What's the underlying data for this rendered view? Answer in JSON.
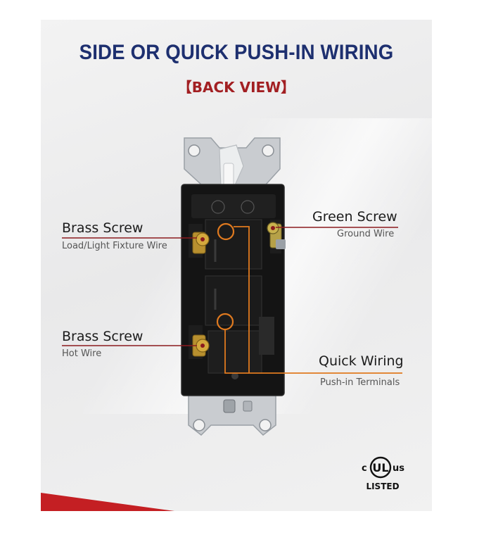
{
  "header": {
    "title": "SIDE OR QUICK PUSH-IN WIRING",
    "subtitle": "【BACK VIEW】"
  },
  "callouts": {
    "brass_top": {
      "title": "Brass Screw",
      "subtitle": "Load/Light Fixture Wire"
    },
    "brass_bottom": {
      "title": "Brass Screw",
      "subtitle": "Hot Wire"
    },
    "green": {
      "title": "Green Screw",
      "subtitle": "Ground Wire"
    },
    "quick": {
      "title": "Quick Wiring",
      "subtitle": "Push-in Terminals"
    }
  },
  "certification": {
    "c": "c",
    "ul": "UL",
    "us": "us",
    "listed": "LISTED"
  },
  "colors": {
    "title_blue": "#1d2f6f",
    "accent_red": "#a21f22",
    "leader_red": "#8b1a1e",
    "leader_orange": "#e07a1f",
    "switch_body": "#141414"
  }
}
